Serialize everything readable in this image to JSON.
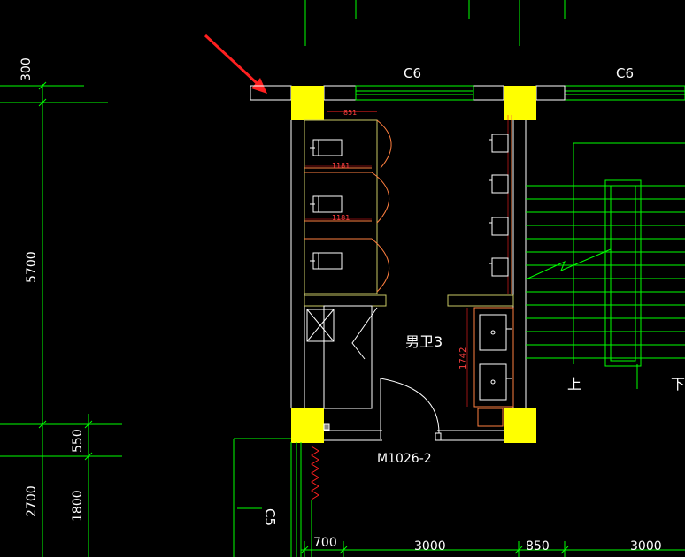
{
  "labels": {
    "window_c6_left": "C6",
    "window_c6_right": "C6",
    "window_c5": "C5",
    "door_m1026": "M1026-2",
    "room_name": "男卫3",
    "stair_up": "上",
    "stair_down": "下"
  },
  "dimensions": {
    "d_300": "300",
    "d_5700": "5700",
    "d_550": "550",
    "d_2700": "2700",
    "d_1800": "1800",
    "d_700": "700",
    "d_3000_a": "3000",
    "d_850": "850",
    "d_3000_b": "3000",
    "d_851": "851",
    "d_1181_a": "1181",
    "d_1181_b": "1181",
    "d_1742": "1742"
  },
  "colors": {
    "background": "#000000",
    "dimension_green": "#00ff00",
    "wall_white": "#ffffff",
    "column_yellow": "#ffff00",
    "fixture_orange": "#ff7f3f",
    "annotation_red": "#ff2020",
    "outline_yellow": "#c8c864"
  }
}
